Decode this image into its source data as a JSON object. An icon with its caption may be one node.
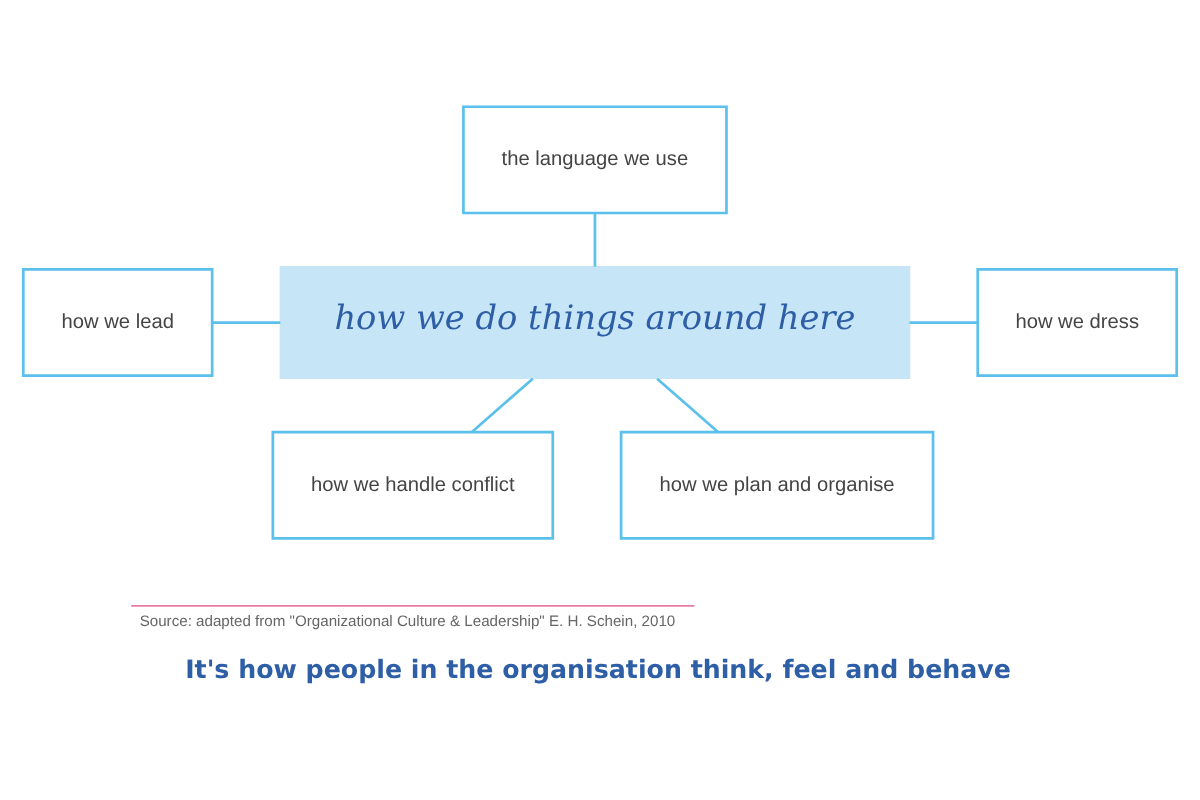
{
  "diagram": {
    "caption": "It's how people in the organisation think, feel and behave",
    "nodes": [
      {
        "text": [
          "the language we use"
        ]
      },
      {
        "text": [
          "how we lead"
        ]
      },
      {
        "text": [
          "how we do things around here"
        ]
      },
      {
        "text": [
          "how we dress"
        ]
      },
      {
        "text": [
          "how we handle conflict"
        ]
      },
      {
        "text": [
          "how we plan and organise"
        ]
      }
    ],
    "edges": [
      {
        "from": 0,
        "to": 2,
        "arrow": "none"
      },
      {
        "from": 1,
        "to": 2,
        "arrow": "none"
      },
      {
        "from": 2,
        "to": 3,
        "arrow": "none"
      },
      {
        "from": 2,
        "to": 4,
        "arrow": "none"
      },
      {
        "from": 2,
        "to": 5,
        "arrow": "none"
      }
    ],
    "labels": [
      "Source: adapted from \"Organizational Culture & Leadership\" E. H. Schein, 2010"
    ]
  }
}
